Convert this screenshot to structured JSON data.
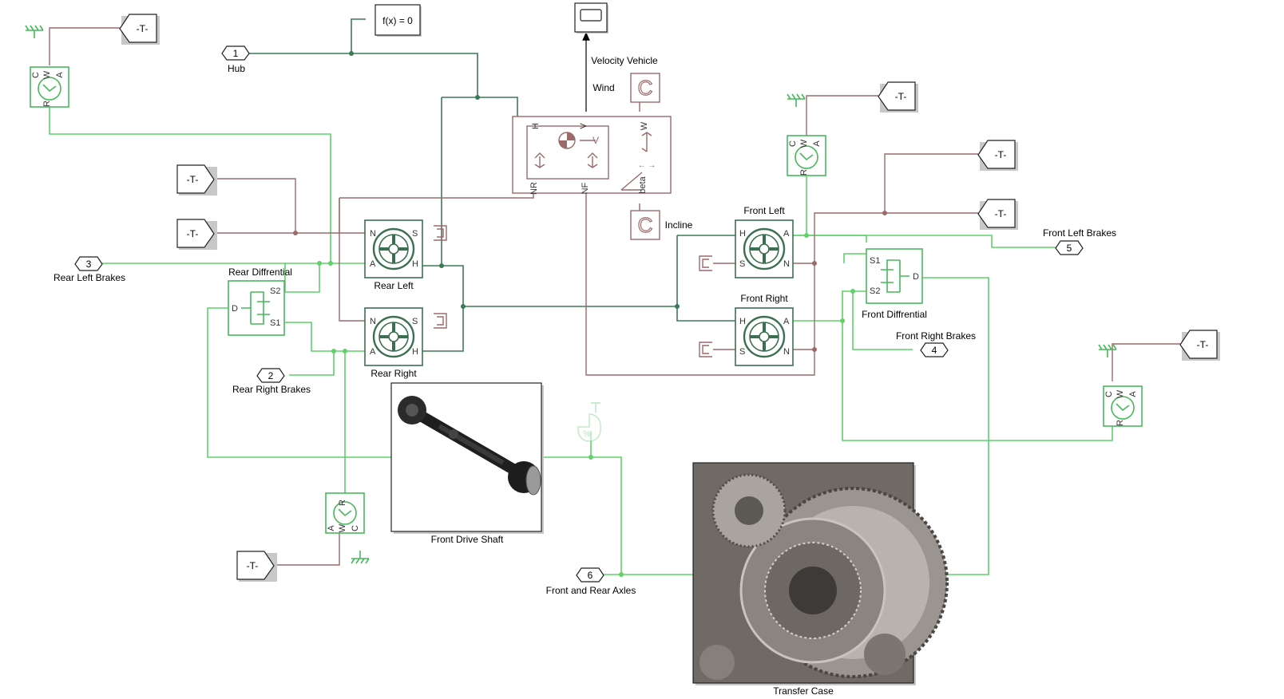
{
  "colors": {
    "physical_line": "#5fd06a",
    "mechanical_line": "#3c7a55",
    "signal_line": "#9b6a6a",
    "background": "#ffffff"
  },
  "labels": {
    "hub": "Hub",
    "rear_left_brakes": "Rear Left Brakes",
    "rear_right_brakes": "Rear Right Brakes",
    "front_left_brakes": "Front Left Brakes",
    "front_right_brakes": "Front Right Brakes",
    "front_and_rear_axles": "Front and Rear Axles",
    "rear_differential": "Rear Diffrential",
    "front_differential": "Front Diffrential",
    "rear_left": "Rear Left",
    "rear_right": "Rear Right",
    "front_left": "Front Left",
    "front_right": "Front Right",
    "velocity_vehicle": "Velocity Vehicle",
    "wind": "Wind",
    "incline": "Incline",
    "front_drive_shaft": "Front Drive Shaft",
    "transfer_case": "Transfer Case",
    "solver": "f(x) = 0",
    "goto_tag": "-T-"
  },
  "ports": {
    "hub": "1",
    "rear_right_brakes": "2",
    "rear_left_brakes": "3",
    "front_right_brakes": "4",
    "front_left_brakes": "5",
    "front_and_rear_axles": "6"
  },
  "port_letters": {
    "n": "N",
    "s": "S",
    "a": "A",
    "h": "H",
    "s1": "S1",
    "s2": "S2",
    "d": "D",
    "c": "C",
    "r": "R",
    "w": "W",
    "v": "V",
    "nr": "NR",
    "nf": "NF",
    "beta": "beta",
    "percent": "%"
  },
  "icons": {
    "wheel": "wheel-icon",
    "differential": "differential-icon",
    "sensor": "rotational-motion-sensor-icon",
    "scope": "scope-icon",
    "constant": "constant-c-icon",
    "brake_connector": "brake-connector-icon",
    "vehicle_body": "vehicle-body-icon",
    "gauge": "gauge-icon"
  }
}
